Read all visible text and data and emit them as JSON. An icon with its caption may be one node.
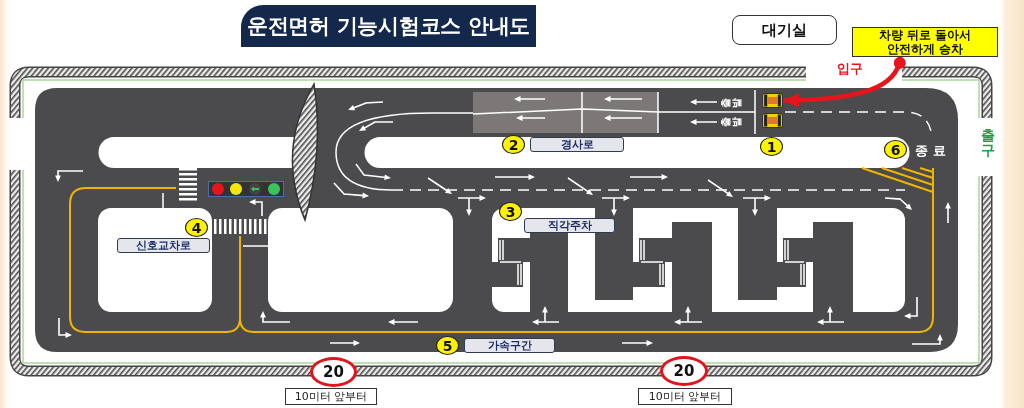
{
  "diagram": {
    "title": "운전면허 기능시험코스 안내도",
    "nodes": [
      {
        "text": [
          "대기실"
        ]
      },
      {
        "text": [
          "차량 뒤로 돌아서 안전하게 승차"
        ]
      },
      {
        "text": [],
        "shape": "car"
      },
      {
        "text": [
          "1"
        ]
      },
      {
        "text": [
          "2"
        ]
      },
      {
        "text": [
          "경사로"
        ]
      },
      {
        "text": [
          "6"
        ],
        "beside": [
          "종 료"
        ]
      },
      {
        "text": [
          "4"
        ]
      },
      {
        "text": [
          "3"
        ]
      },
      {
        "text": [
          "직각주차"
        ]
      },
      {
        "text": [
          "신호교차로"
        ]
      },
      {
        "text": [
          "5"
        ]
      },
      {
        "text": [
          "가속구간"
        ]
      },
      {
        "text": [
          "20"
        ]
      },
      {
        "text": [
          "10미터 앞부터"
        ]
      },
      {
        "text": [
          "20"
        ]
      },
      {
        "text": [
          "10미터 앞부터"
        ]
      }
    ],
    "edges": [
      {
        "from": 1,
        "to": 2,
        "arrow": "to",
        "label": "입구",
        "color": "#e8141c"
      }
    ],
    "labels": [
      "출발",
      "출발",
      "출구"
    ]
  }
}
